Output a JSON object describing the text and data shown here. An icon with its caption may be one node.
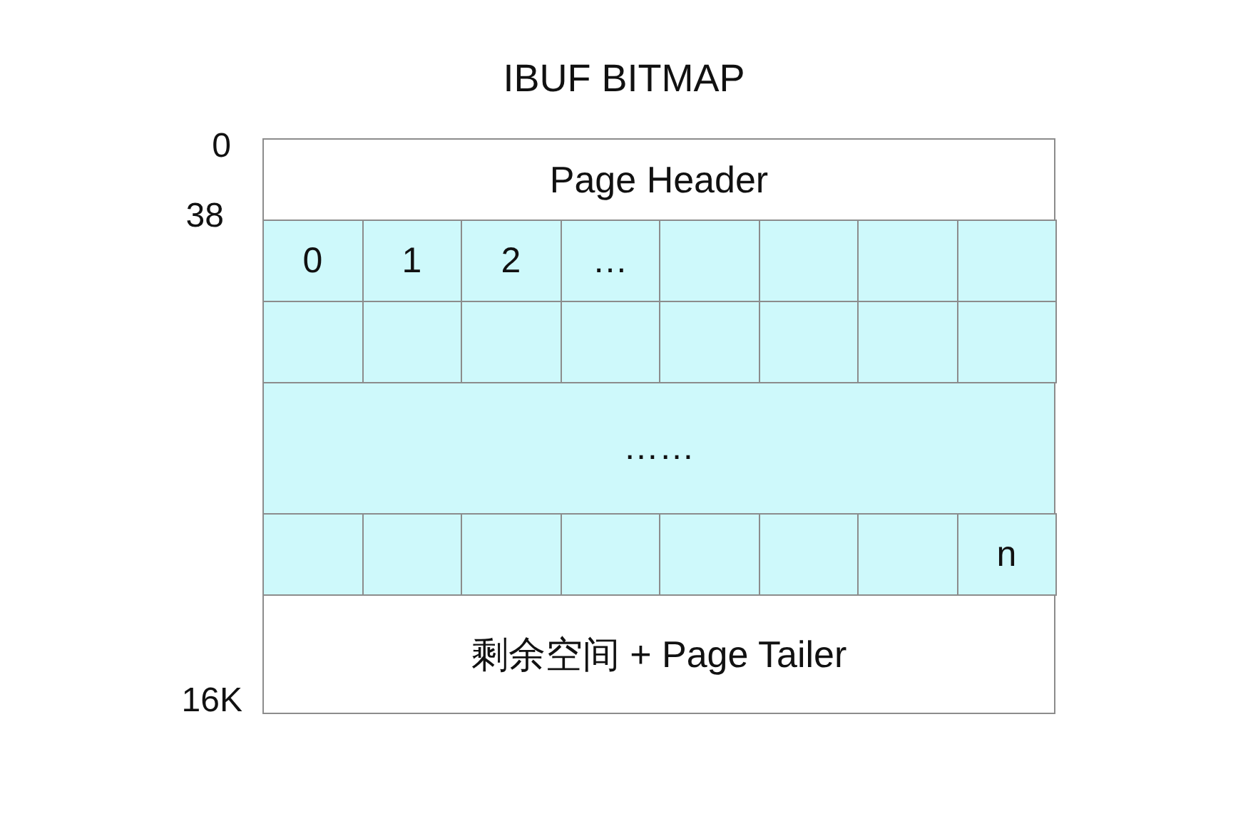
{
  "diagram": {
    "title": "IBUF BITMAP",
    "nodes": [
      {
        "text": [
          "Page Header"
        ]
      },
      {
        "text": [
          "0"
        ]
      },
      {
        "text": [
          "1"
        ]
      },
      {
        "text": [
          "2"
        ]
      },
      {
        "text": [
          "…"
        ]
      },
      {
        "text": [],
        "shape": "box"
      },
      {
        "text": [],
        "shape": "box"
      },
      {
        "text": [],
        "shape": "box"
      },
      {
        "text": [],
        "shape": "box"
      },
      {
        "text": [],
        "shape": "box"
      },
      {
        "text": [],
        "shape": "box"
      },
      {
        "text": [],
        "shape": "box"
      },
      {
        "text": [],
        "shape": "box"
      },
      {
        "text": [],
        "shape": "box"
      },
      {
        "text": [],
        "shape": "box"
      },
      {
        "text": [],
        "shape": "box"
      },
      {
        "text": [],
        "shape": "box"
      },
      {
        "text": [
          "……"
        ]
      },
      {
        "text": [],
        "shape": "box"
      },
      {
        "text": [],
        "shape": "box"
      },
      {
        "text": [],
        "shape": "box"
      },
      {
        "text": [],
        "shape": "box"
      },
      {
        "text": [],
        "shape": "box"
      },
      {
        "text": [],
        "shape": "box"
      },
      {
        "text": [],
        "shape": "box"
      },
      {
        "text": [
          "n"
        ]
      },
      {
        "text": [
          "剩余空间 + Page Tailer"
        ]
      }
    ],
    "labels": [
      "0",
      "38",
      "16K"
    ]
  }
}
